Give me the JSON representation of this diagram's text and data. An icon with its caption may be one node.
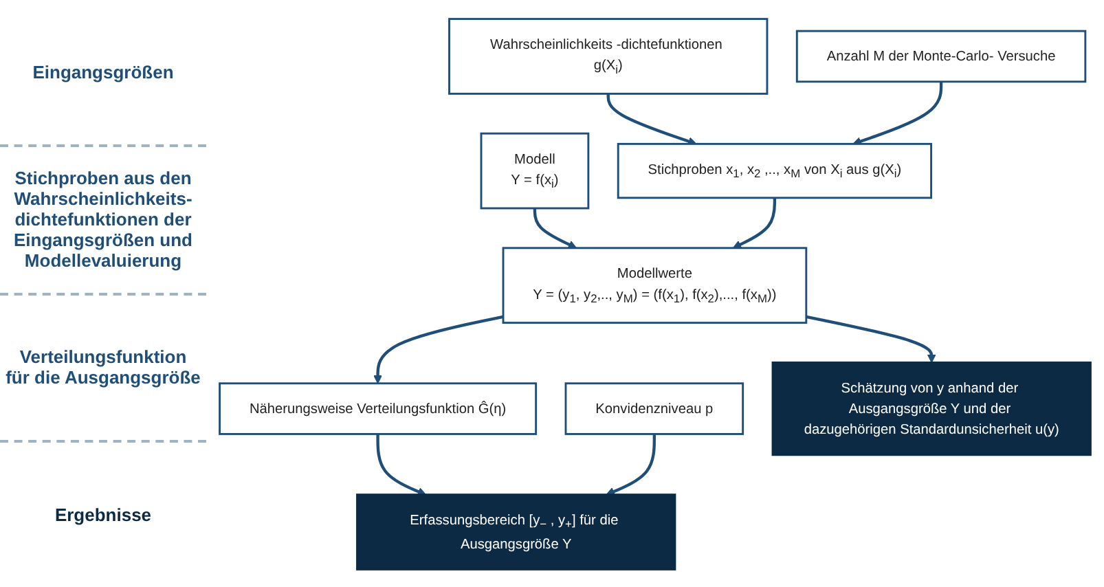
{
  "diagram": {
    "nodes": [
      {
        "text": [
          "Modell",
          "Y = f(x$_{i}$)"
        ]
      },
      {
        "text": [
          "Wahrscheinlichkeits -dichtefunktionen g(X$_{i}$)"
        ]
      },
      {
        "text": [
          "Anzahl M der Monte-Carlo- Versuche"
        ]
      },
      {
        "text": [
          "Konvidenzniveau p"
        ]
      },
      {
        "text": [
          "Stichproben x$_{1}$, x$_{2}$ ,.., x$_{M}$ von X$_{i}$ aus g(X$_{i}$)"
        ]
      },
      {
        "text": [
          "Modellwerte",
          "Y = (y$_{1}$, y$_{2}$,.., y$_{M}$) = (f(x$_{1}$), f(x$_{2}$),..., f(x$_{M}$))"
        ]
      },
      {
        "text": [
          "Näherungsweise Verteilungsfunktion Ĝ(η)"
        ]
      },
      {
        "text": [
          "Schätzung von y anhand der Ausgangsgröße Y und der dazugehörigen Standardunsicherheit u(y)"
        ]
      },
      {
        "text": [
          "Erfassungsbereich [y$_{−}$ , y$_{+}$] für die Ausgangsgröße Y"
        ]
      }
    ],
    "edges": [
      {
        "from": 0,
        "to": 5,
        "arrow": "to"
      },
      {
        "from": 1,
        "to": 4,
        "arrow": "to"
      },
      {
        "from": 2,
        "to": 4,
        "arrow": "to"
      },
      {
        "from": 4,
        "to": 5,
        "arrow": "to"
      },
      {
        "from": 5,
        "to": 7,
        "arrow": "to"
      },
      {
        "from": 5,
        "to": 6,
        "arrow": "to"
      },
      {
        "from": 6,
        "to": 8,
        "arrow": "to"
      },
      {
        "from": 3,
        "to": 8,
        "arrow": "to"
      }
    ],
    "labels": [
      "Eingangsgrößen",
      "Stichproben aus den Wahrscheinlichkeits-dichtefunktionen der Eingangsgrößen und Modellevaluierung",
      "Verteilungsfunktion für die Ausgangsgröße",
      "Ergebnisse"
    ]
  }
}
